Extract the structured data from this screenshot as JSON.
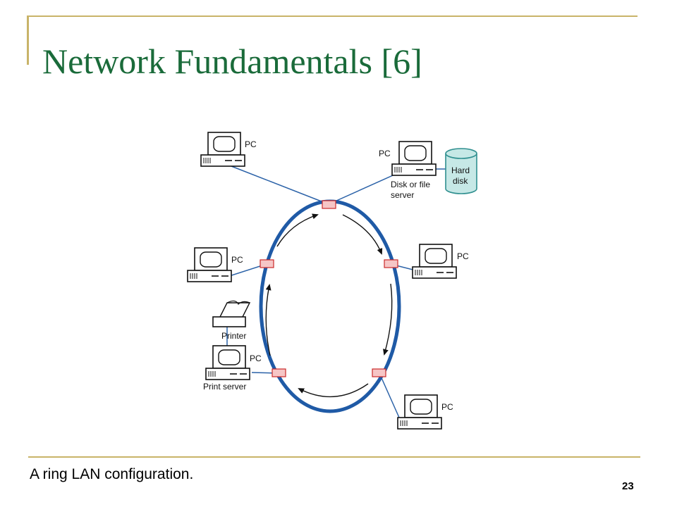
{
  "slide": {
    "title": "Network Fundamentals [6]",
    "caption": "A ring LAN configuration.",
    "page_number": "23"
  },
  "diagram": {
    "labels": {
      "pc": "PC",
      "hard_disk_line1": "Hard",
      "hard_disk_line2": "disk",
      "file_server_line1": "Disk or file",
      "file_server_line2": "server",
      "printer": "Printer",
      "print_server": "Print server"
    },
    "colors": {
      "ring": "#1f5aa6",
      "link": "#2b62a8",
      "interface": "#f6c6c6",
      "interface_border": "#cc2a2a",
      "disk_fill": "#c6e8e6",
      "disk_stroke": "#2f8f8f",
      "accent_rule": "#c9b469",
      "title": "#1a6b3a"
    },
    "icons": [
      "pc-computer-icon",
      "hard-disk-icon",
      "printer-icon",
      "ring-interface-icon",
      "direction-arrow-icon"
    ]
  }
}
